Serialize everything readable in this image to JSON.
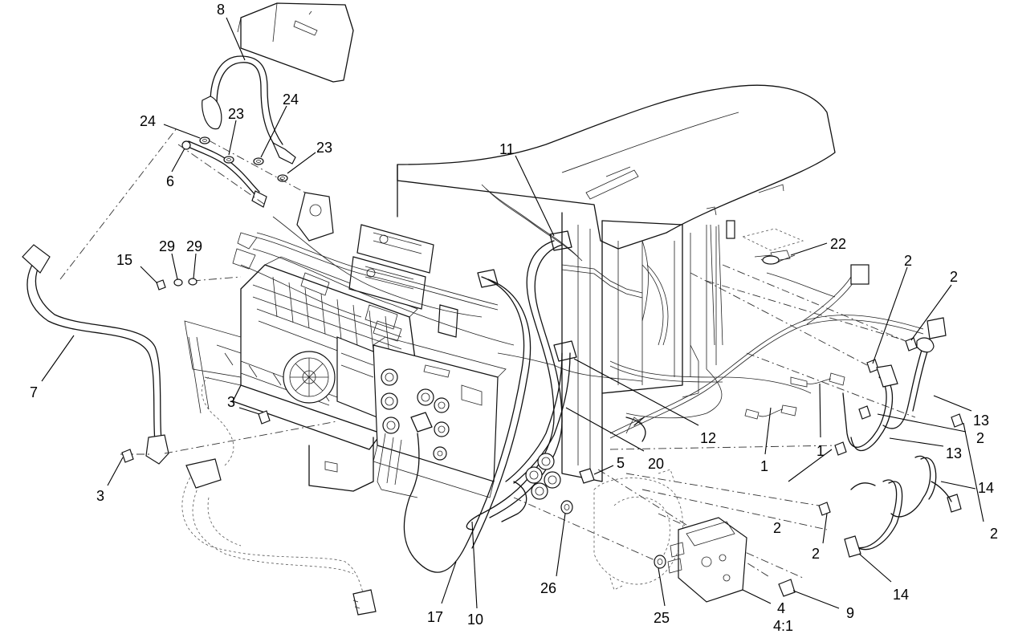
{
  "callouts": [
    {
      "id": "c8",
      "text": "8"
    },
    {
      "id": "c24a",
      "text": "24"
    },
    {
      "id": "c23a",
      "text": "23"
    },
    {
      "id": "c24b",
      "text": "24"
    },
    {
      "id": "c23b",
      "text": "23"
    },
    {
      "id": "c6",
      "text": "6"
    },
    {
      "id": "c11",
      "text": "11"
    },
    {
      "id": "c22",
      "text": "22"
    },
    {
      "id": "c2a",
      "text": "2"
    },
    {
      "id": "c2b",
      "text": "2"
    },
    {
      "id": "c15",
      "text": "15"
    },
    {
      "id": "c29a",
      "text": "29"
    },
    {
      "id": "c29b",
      "text": "29"
    },
    {
      "id": "c7",
      "text": "7"
    },
    {
      "id": "c3a",
      "text": "3"
    },
    {
      "id": "c3b",
      "text": "3"
    },
    {
      "id": "c12",
      "text": "12"
    },
    {
      "id": "c13a",
      "text": "13"
    },
    {
      "id": "c2c",
      "text": "2"
    },
    {
      "id": "c1a",
      "text": "1"
    },
    {
      "id": "c1b",
      "text": "1"
    },
    {
      "id": "c13b",
      "text": "13"
    },
    {
      "id": "c5",
      "text": "5"
    },
    {
      "id": "c20",
      "text": "20"
    },
    {
      "id": "c14a",
      "text": "14"
    },
    {
      "id": "c2d",
      "text": "2"
    },
    {
      "id": "c2e",
      "text": "2"
    },
    {
      "id": "c2f",
      "text": "2"
    },
    {
      "id": "c14b",
      "text": "14"
    },
    {
      "id": "c26",
      "text": "26"
    },
    {
      "id": "c17",
      "text": "17"
    },
    {
      "id": "c10",
      "text": "10"
    },
    {
      "id": "c25",
      "text": "25"
    },
    {
      "id": "c4",
      "text": "4"
    },
    {
      "id": "c4scale",
      "text": "4:1"
    },
    {
      "id": "c9",
      "text": "9"
    }
  ]
}
